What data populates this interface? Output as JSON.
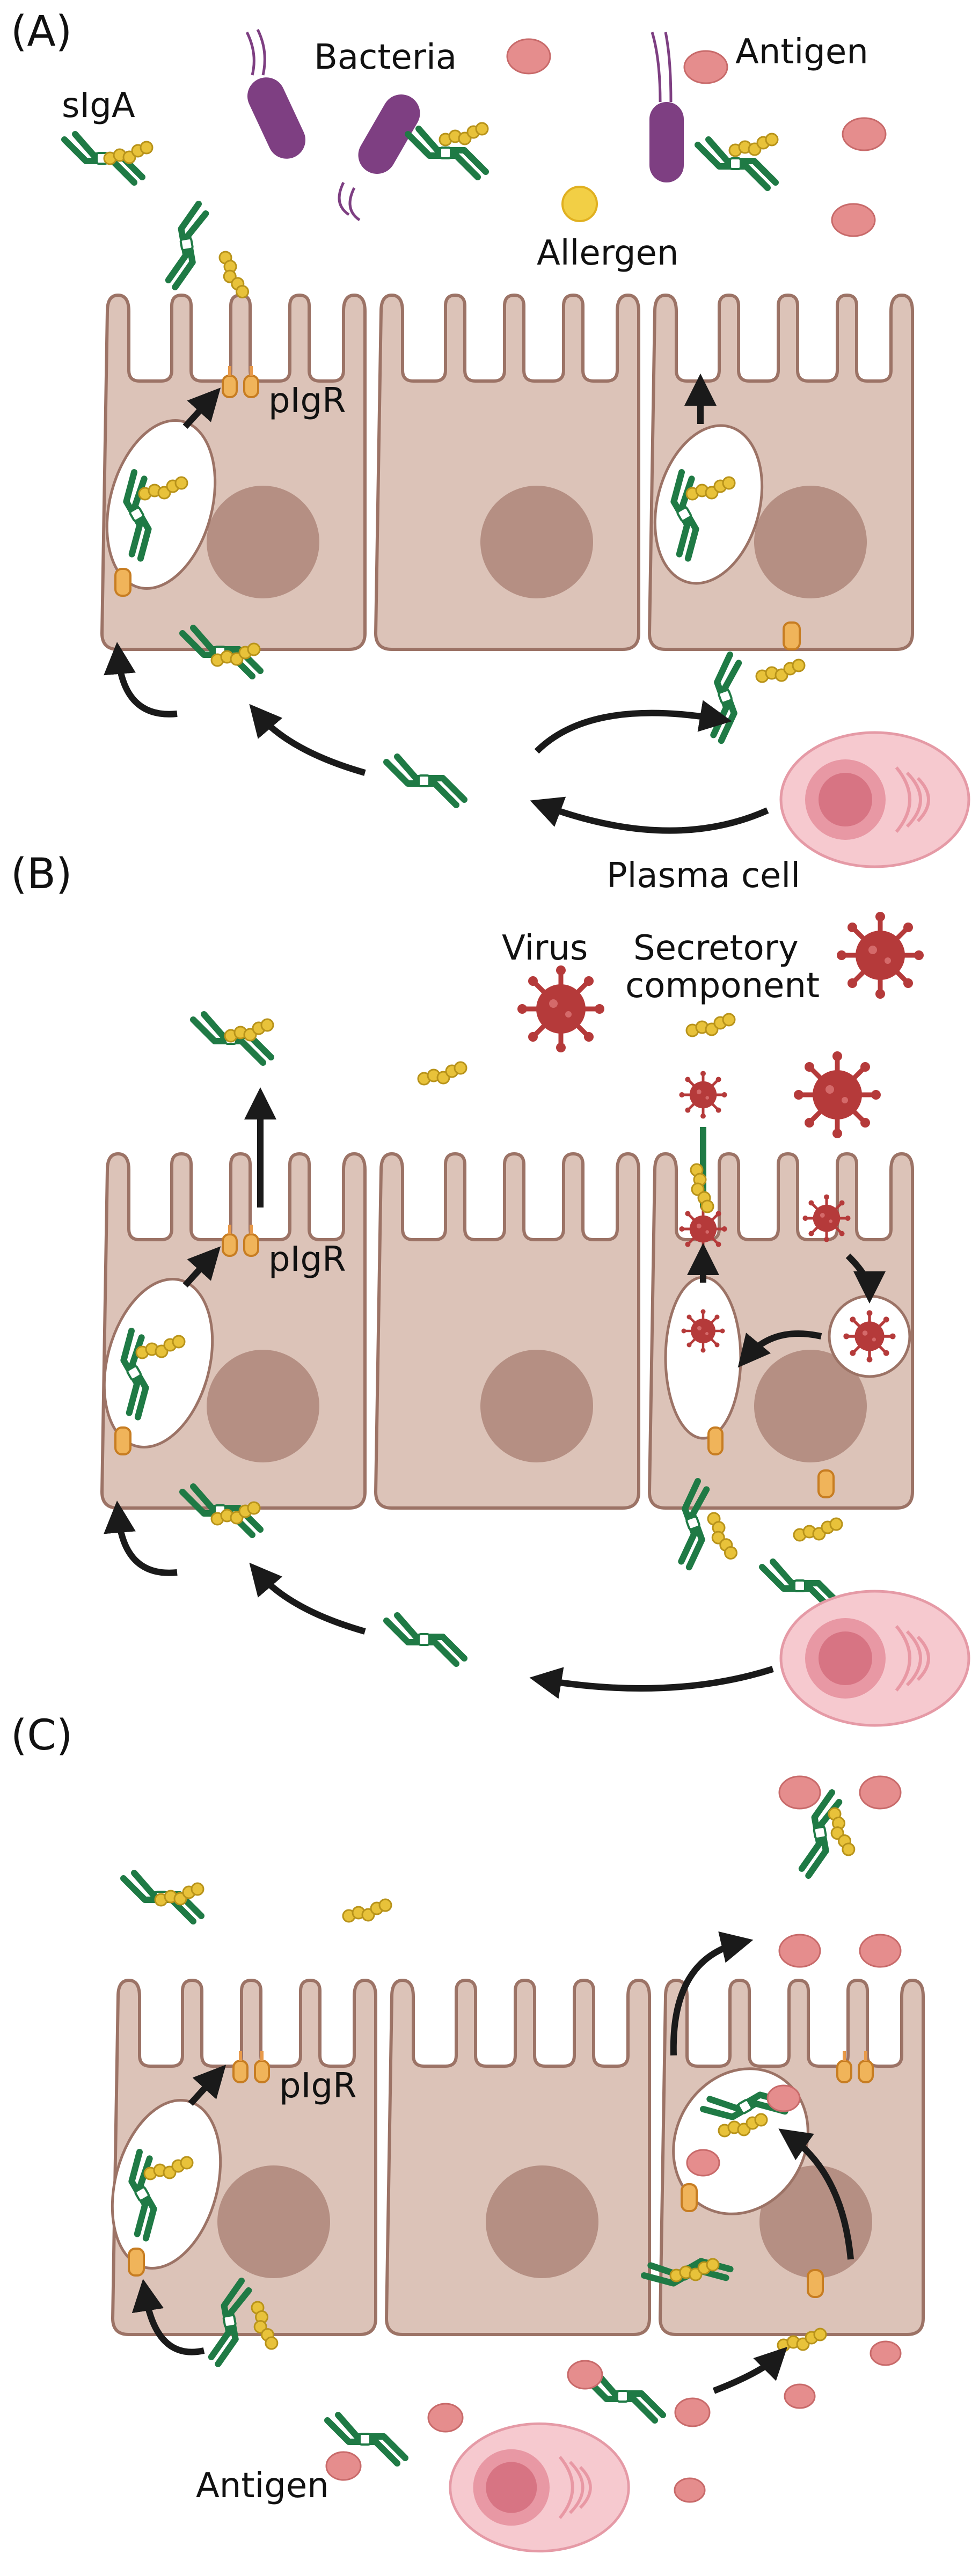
{
  "panels": [
    {
      "id": "A",
      "label": "(A)"
    },
    {
      "id": "B",
      "label": "(B)"
    },
    {
      "id": "C",
      "label": "(C)"
    }
  ],
  "labels": {
    "a_sIgA": "sIgA",
    "a_bacteria": "Bacteria",
    "a_antigen": "Antigen",
    "a_allergen": "Allergen",
    "a_pIgR": "pIgR",
    "a_plasma": "Plasma cell",
    "b_virus": "Virus",
    "b_sc_line1": "Secretory",
    "b_sc_line2": "component",
    "b_pIgR": "pIgR",
    "c_pIgR": "pIgR",
    "c_antigen": "Antigen"
  },
  "colors": {
    "cell_fill": "#dcc3b8",
    "cell_stroke": "#9c7366",
    "nucleus": "#b58f83",
    "antibody": "#1f7a45",
    "secretory": "#e8c23a",
    "receptor": "#f0b45a",
    "bacteria": "#7e3f82",
    "virus": "#b53a3a",
    "antigen": "#e58d8d",
    "plasma": "#f6c9cf",
    "arrow": "#1a1a1a"
  },
  "icons": [
    "antibody-icon",
    "bacteria-icon",
    "virus-icon",
    "antigen-icon",
    "allergen-icon",
    "plasma-cell-icon",
    "pigr-receptor-icon",
    "vesicle-icon",
    "arrow-icon"
  ]
}
